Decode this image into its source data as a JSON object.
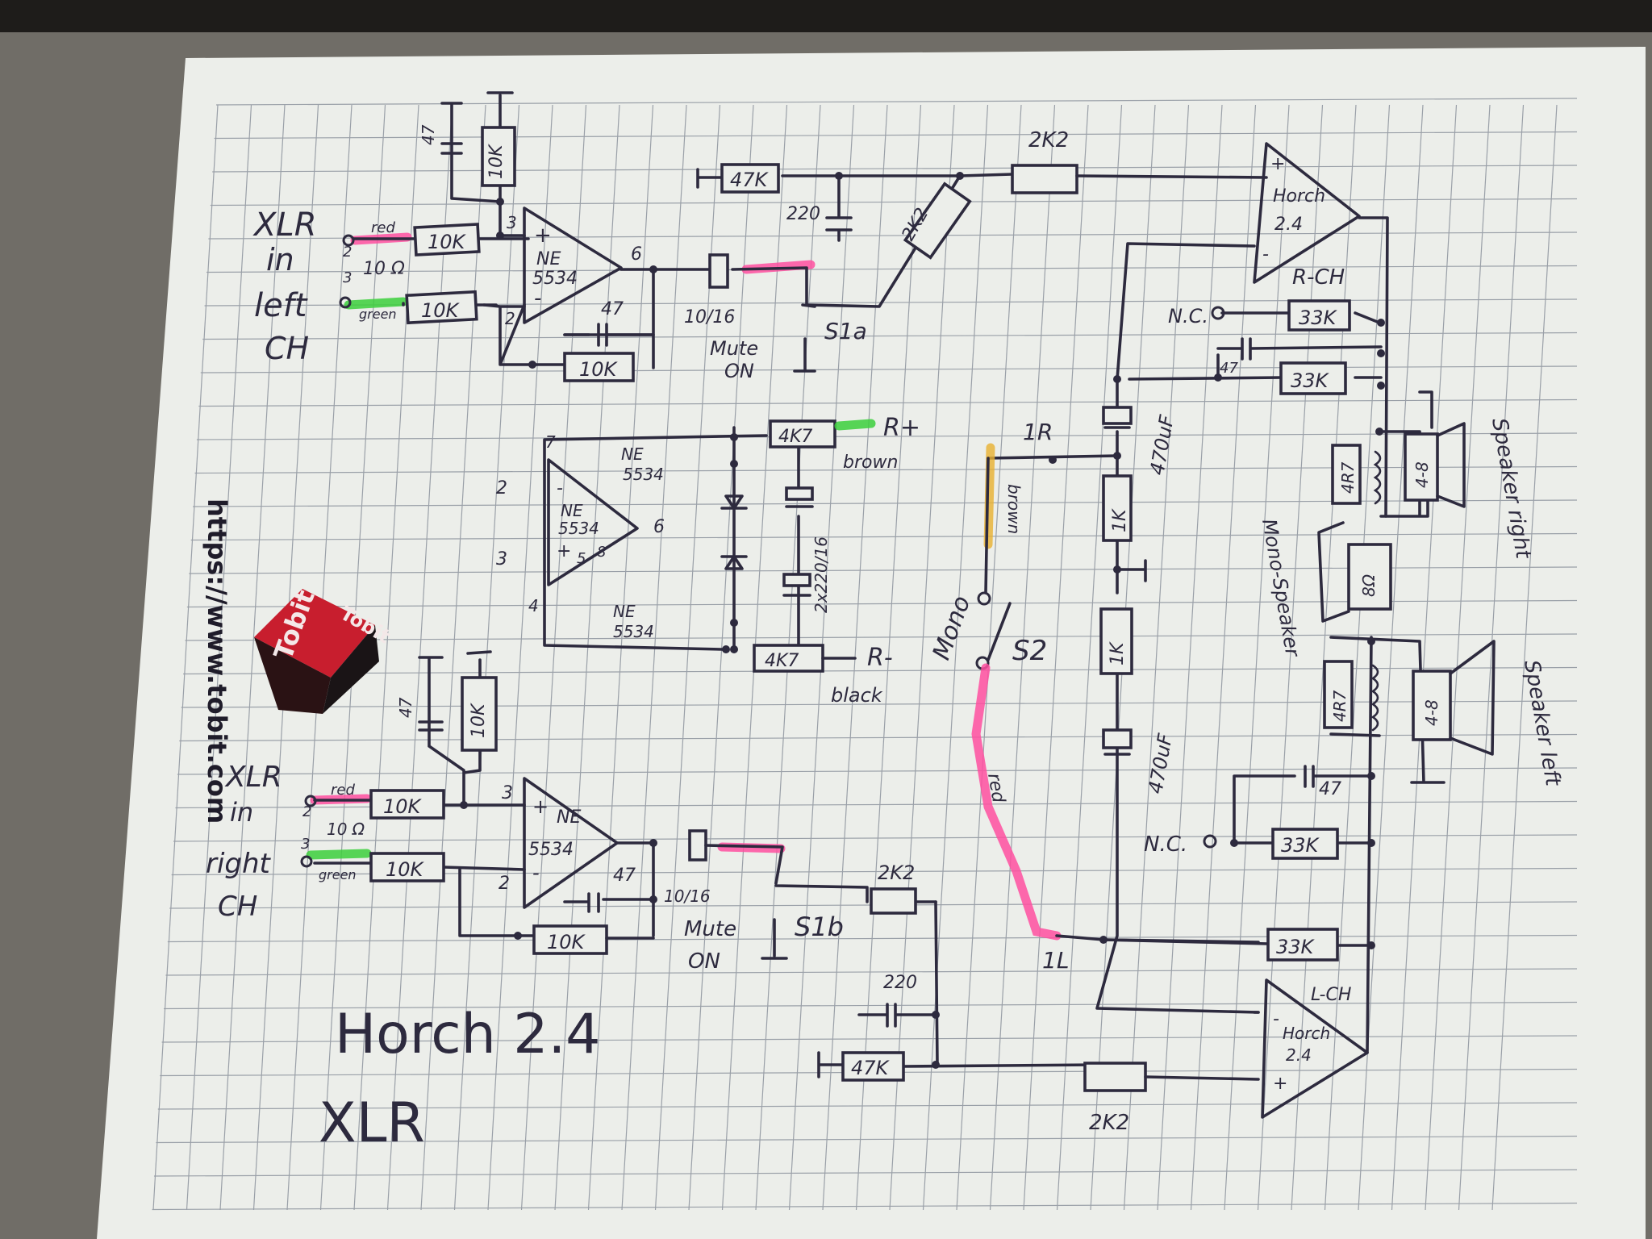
{
  "title_main": "Horch 2.4",
  "title_sub": "XLR",
  "url": "https://www.tobit.com",
  "logo_text": "Tobit",
  "labels": {
    "xlr": "XLR",
    "in": "in",
    "left": "left",
    "ch": "CH",
    "right": "right",
    "red": "red",
    "green": "green",
    "brown": "brown",
    "black": "black",
    "pin2": "2",
    "pin3": "3",
    "pin6": "6",
    "pin7": "7",
    "pin4": "4",
    "pin5": "5",
    "pin8": "8",
    "plus": "+",
    "minus": "-",
    "ten_ohm": "10 Ω",
    "r_plus": "R+",
    "r_minus": "R-",
    "ne": "NE",
    "ne5534": "5534",
    "mute": "Mute",
    "on": "ON",
    "s1a": "S1a",
    "s1b": "S1b",
    "s2": "S2",
    "mono": "Mono",
    "one_r": "1R",
    "one_l": "1L",
    "nc": "N.C.",
    "horch": "Horch",
    "horch_ver": "2.4",
    "r_ch": "R-CH",
    "l_ch": "L-CH",
    "speaker_right": "Speaker right",
    "speaker_left": "Speaker left",
    "mono_speaker": "Mono-Speaker",
    "v_27": "2x220/16",
    "v_470": "470uF",
    "c_10_16": "10/16"
  },
  "components": {
    "r10k": "10K",
    "r47k": "47K",
    "r2k2": "2K2",
    "r33k": "33K",
    "r4k7": "4K7",
    "r1k": "1K",
    "r4r7": "4R7",
    "c47": "47",
    "c220": "220",
    "sp48": "4-8",
    "sp8": "8Ω"
  },
  "colors": {
    "paper": "#eceeea",
    "grid": "#9aa0a8",
    "ink": "#2d2a3e",
    "highlight_pink": "#ff4fa0",
    "highlight_green": "#3ccf3c"
  }
}
